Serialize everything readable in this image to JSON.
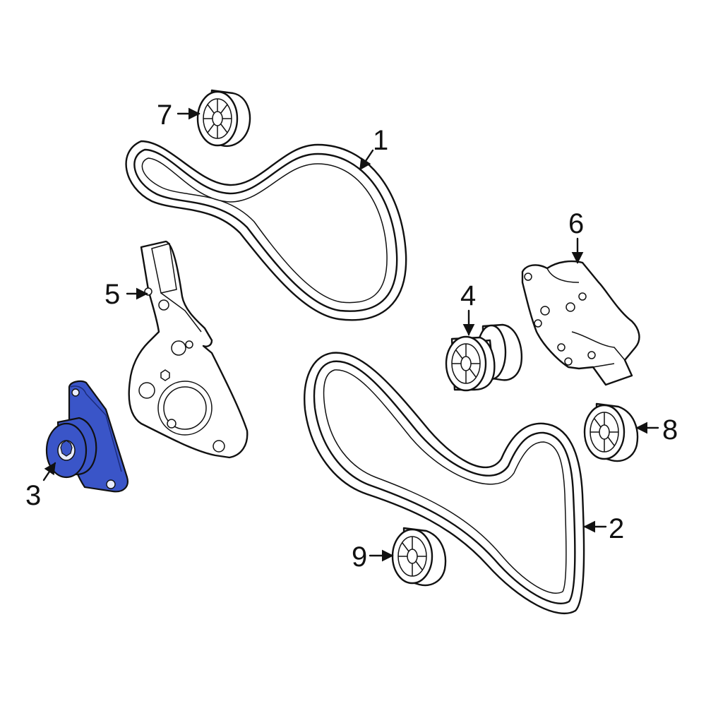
{
  "callouts": [
    {
      "id": "1",
      "label": "1"
    },
    {
      "id": "2",
      "label": "2"
    },
    {
      "id": "3",
      "label": "3"
    },
    {
      "id": "4",
      "label": "4"
    },
    {
      "id": "5",
      "label": "5"
    },
    {
      "id": "6",
      "label": "6"
    },
    {
      "id": "7",
      "label": "7"
    },
    {
      "id": "8",
      "label": "8"
    },
    {
      "id": "9",
      "label": "9"
    }
  ],
  "highlight_color": "#3a55c8",
  "highlighted_part": "3"
}
